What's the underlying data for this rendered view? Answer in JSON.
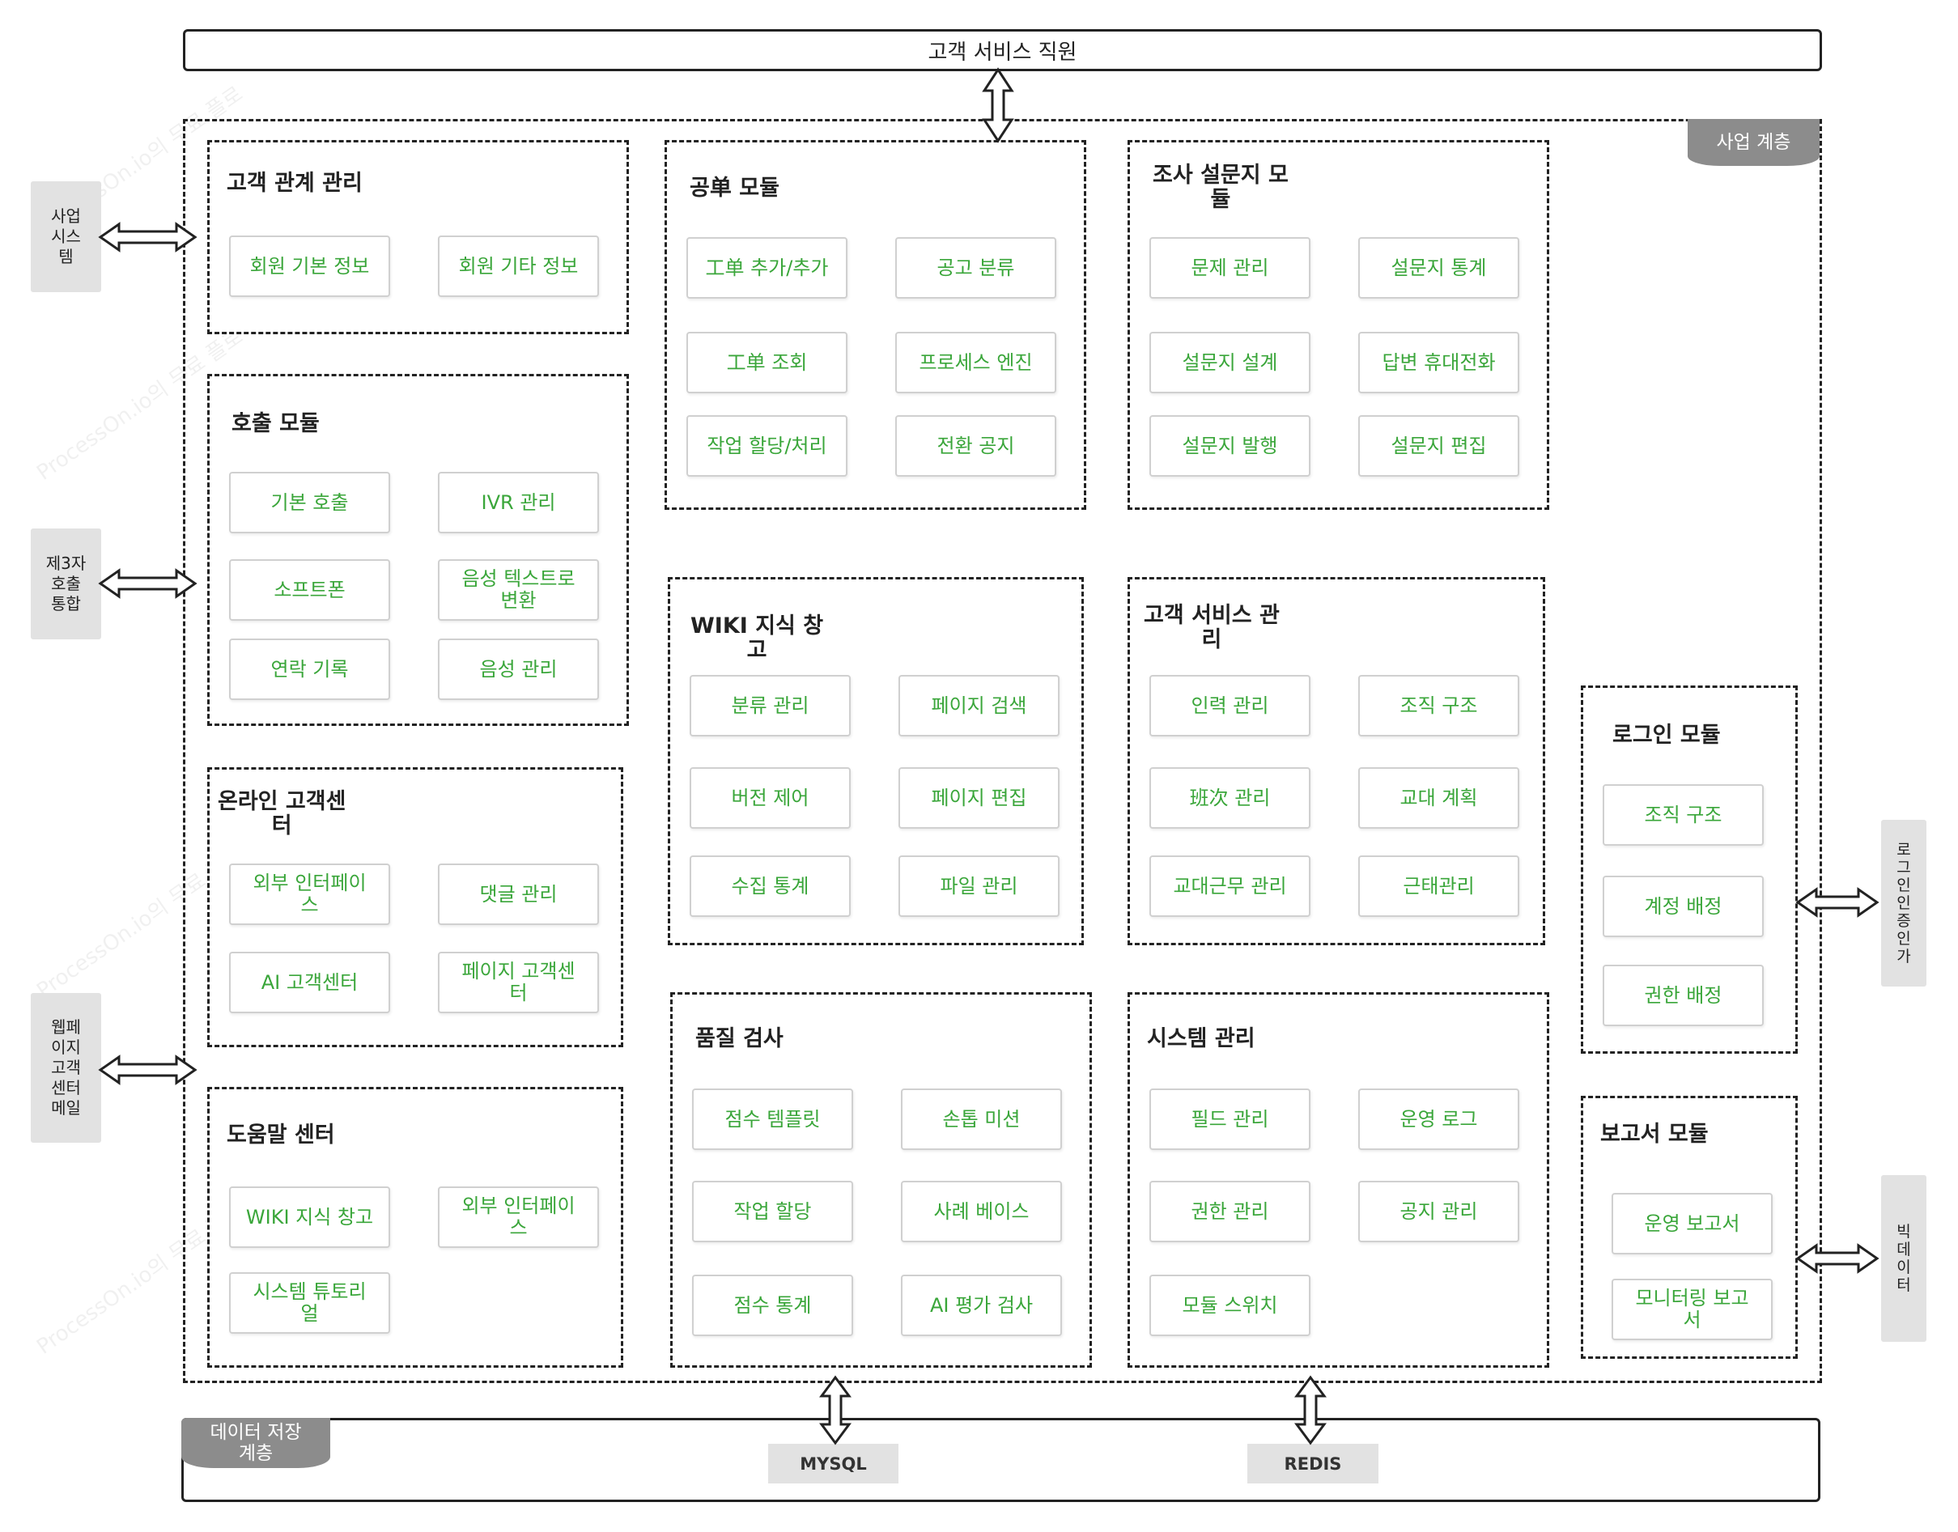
{
  "top_bar": {
    "title": "고객 서비스 직원"
  },
  "business_layer": {
    "label": "사업 계층"
  },
  "data_layer": {
    "label": "데이터 저장\n계층",
    "stores": [
      "MYSQL",
      "REDIS"
    ]
  },
  "left_systems": [
    "사업\n시스\n템",
    "제3자\n호출\n통합",
    "웹페\n이지\n고객\n센터\n메일"
  ],
  "right_systems": [
    "로\n그\n인\n인\n증\n인\n가",
    "빅\n데\n이\n터"
  ],
  "watermark": "ProcessOn.io의 무료 플로",
  "groups": [
    {
      "id": "crm",
      "title": "고객 관계 관리",
      "items": [
        "회원 기본 정보",
        "회원 기타 정보"
      ]
    },
    {
      "id": "call",
      "title": "호출 모듈",
      "items": [
        "기본 호출",
        "IVR 관리",
        "소프트폰",
        "음성 텍스트로\n변환",
        "연락 기록",
        "음성 관리"
      ]
    },
    {
      "id": "online",
      "title": "온라인 고객센\n터",
      "items": [
        "외부 인터페이\n스",
        "댓글 관리",
        "AI 고객센터",
        "페이지 고객센\n터"
      ]
    },
    {
      "id": "help",
      "title": "도움말 센터",
      "items": [
        "WIKI 지식 창고",
        "외부 인터페이\n스",
        "시스템 튜토리\n얼"
      ]
    },
    {
      "id": "ticket",
      "title": "공单 모듈",
      "items": [
        "工单 추가/추가",
        "공고 분류",
        "工单 조회",
        "프로세스 엔진",
        "작업 할당/처리",
        "전환 공지"
      ]
    },
    {
      "id": "wiki",
      "title": "WIKI 지식 창\n고",
      "items": [
        "분류 관리",
        "페이지 검색",
        "버전 제어",
        "페이지 편집",
        "수집 통계",
        "파일 관리"
      ]
    },
    {
      "id": "quality",
      "title": "품질 검사",
      "items": [
        "점수 템플릿",
        "손톱 미션",
        "작업 할당",
        "사례 베이스",
        "점수 통계",
        "AI 평가 검사"
      ]
    },
    {
      "id": "survey",
      "title": "조사 설문지 모\n듈",
      "items": [
        "문제 관리",
        "설문지 통계",
        "설문지 설계",
        "답변 휴대전화",
        "설문지 발행",
        "설문지 편집"
      ]
    },
    {
      "id": "csm",
      "title": "고객 서비스 관\n리",
      "items": [
        "인력 관리",
        "조직 구조",
        "班次 관리",
        "교대 계획",
        "교대근무 관리",
        "근태관리"
      ]
    },
    {
      "id": "sysmgmt",
      "title": "시스템 관리",
      "items": [
        "필드 관리",
        "운영 로그",
        "권한 관리",
        "공지 관리",
        "모듈 스위치"
      ]
    },
    {
      "id": "login",
      "title": "로그인 모듈",
      "items": [
        "조직 구조",
        "계정 배정",
        "권한 배정"
      ]
    },
    {
      "id": "report",
      "title": "보고서 모듈",
      "items": [
        "운영 보고서",
        "모니터링 보고\n서"
      ]
    }
  ]
}
